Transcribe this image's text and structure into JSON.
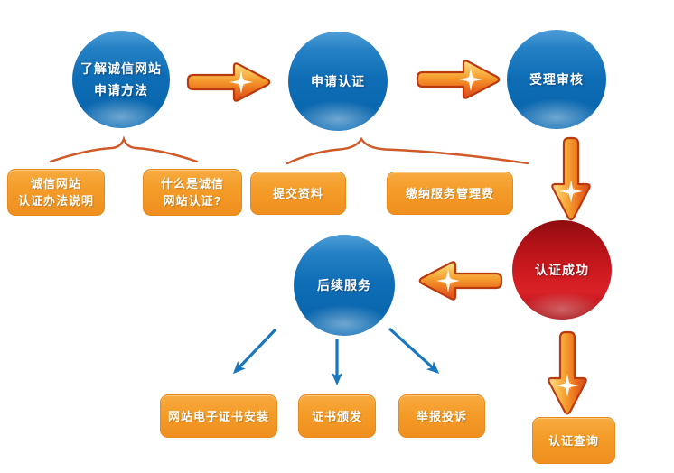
{
  "nodes": {
    "learn": {
      "line1": "了解诚信网站",
      "line2": "申请方法"
    },
    "apply": {
      "label": "申请认证"
    },
    "review": {
      "label": "受理审核"
    },
    "success": {
      "label": "认证成功"
    },
    "followup": {
      "label": "后续服务"
    }
  },
  "callouts": {
    "method": {
      "line1": "诚信网站",
      "line2": "认证办法说明"
    },
    "whatis": {
      "line1": "什么是诚信",
      "line2": "网站认证?"
    },
    "submit": {
      "label": "提交资料"
    },
    "fee": {
      "label": "缴纳服务管理费"
    },
    "install": {
      "label": "网站电子证书安装"
    },
    "issue": {
      "label": "证书颁发"
    },
    "report": {
      "label": "举报投诉"
    },
    "query": {
      "label": "认证查询"
    }
  },
  "colors": {
    "circle_blue": "#0e6db6",
    "circle_red": "#c8151b",
    "box_orange": "#f49b29",
    "arrow_orange_light": "#fee39a",
    "arrow_orange_dark": "#d9491c",
    "arrow_outline": "#b93a0e",
    "thin_arrow_blue": "#1a76bd",
    "brace_orange": "#cf5a28"
  }
}
